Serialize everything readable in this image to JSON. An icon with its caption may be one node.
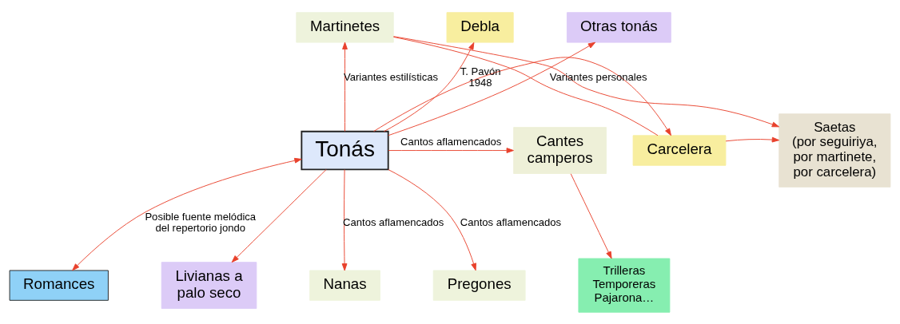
{
  "diagram": {
    "nodes": [
      {
        "text": [
          "Tonás"
        ]
      },
      {
        "text": [
          "Debla"
        ]
      },
      {
        "text": [
          "Martinetes"
        ]
      },
      {
        "text": [
          "Saetas",
          "(por seguiriya, por martinete, por carcelera)"
        ]
      },
      {
        "text": [
          "Carcelera"
        ]
      },
      {
        "text": [
          "Otras tonás"
        ]
      },
      {
        "text": [
          "Cantes camperos"
        ]
      },
      {
        "text": [
          "Trilleras Temporeras Pajarona…"
        ]
      },
      {
        "text": [
          "Romances"
        ]
      },
      {
        "text": [
          "Livianas a palo seco"
        ]
      },
      {
        "text": [
          "Nanas"
        ]
      },
      {
        "text": [
          "Pregones"
        ]
      }
    ],
    "edges": [
      {
        "from": 0,
        "to": 1,
        "arrow": "to",
        "label": "T. Pavón 1948"
      },
      {
        "from": 0,
        "to": 2,
        "arrow": "to",
        "label": "Variantes estilísticas"
      },
      {
        "from": 2,
        "to": 3,
        "arrow": "to"
      },
      {
        "from": 2,
        "to": 4,
        "arrow": "none"
      },
      {
        "from": 4,
        "to": 3,
        "arrow": "to"
      },
      {
        "from": 0,
        "to": 4,
        "arrow": "to"
      },
      {
        "from": 0,
        "to": 5,
        "arrow": "to",
        "label": "Variantes personales"
      },
      {
        "from": 0,
        "to": 6,
        "arrow": "to",
        "label": "Cantos aflamencados"
      },
      {
        "from": 6,
        "to": 7,
        "arrow": "to"
      },
      {
        "from": 0,
        "to": 8,
        "arrow": "both",
        "label": "Posible fuente melódica del repertorio jondo"
      },
      {
        "from": 0,
        "to": 9,
        "arrow": "to"
      },
      {
        "from": 0,
        "to": 10,
        "arrow": "to",
        "label": "Cantos aflamencados"
      },
      {
        "from": 0,
        "to": 11,
        "arrow": "to",
        "label": "Cantos aflamencados"
      }
    ]
  }
}
